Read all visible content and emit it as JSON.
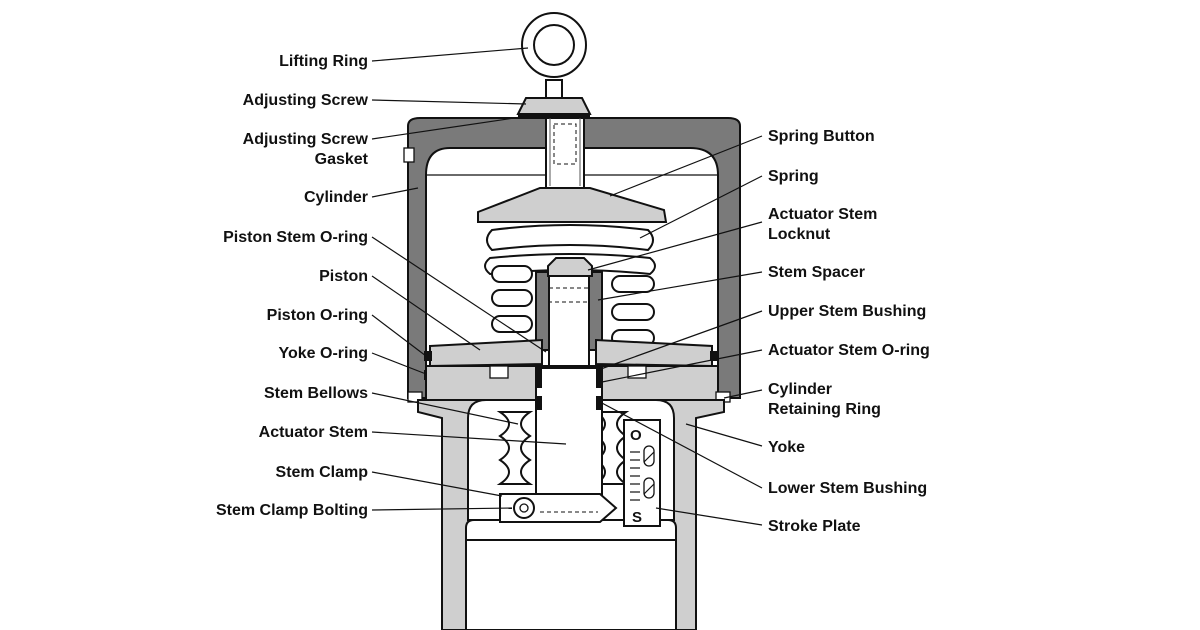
{
  "labels": {
    "lifting_ring": "Lifting Ring",
    "adjusting_screw": "Adjusting Screw",
    "adjusting_screw_gasket_1": "Adjusting Screw",
    "adjusting_screw_gasket_2": "Gasket",
    "cylinder": "Cylinder",
    "piston_stem_oring": "Piston Stem O-ring",
    "piston": "Piston",
    "piston_oring": "Piston O-ring",
    "yoke_oring": "Yoke O-ring",
    "stem_bellows": "Stem Bellows",
    "actuator_stem": "Actuator Stem",
    "stem_clamp": "Stem Clamp",
    "stem_clamp_bolting": "Stem Clamp Bolting",
    "spring_button": "Spring Button",
    "spring": "Spring",
    "actuator_stem_locknut_1": "Actuator Stem",
    "actuator_stem_locknut_2": "Locknut",
    "stem_spacer": "Stem Spacer",
    "upper_stem_bushing": "Upper Stem Bushing",
    "actuator_stem_oring": "Actuator Stem O-ring",
    "cylinder_retaining_ring_1": "Cylinder",
    "cylinder_retaining_ring_2": "Retaining Ring",
    "yoke": "Yoke",
    "lower_stem_bushing": "Lower Stem Bushing",
    "stroke_plate": "Stroke Plate"
  },
  "stroke_plate_marks": {
    "open": "O",
    "shut": "S"
  },
  "colors": {
    "body_gray": "#7a7a7a",
    "light_gray": "#cfcfcf",
    "outline": "#111111"
  }
}
